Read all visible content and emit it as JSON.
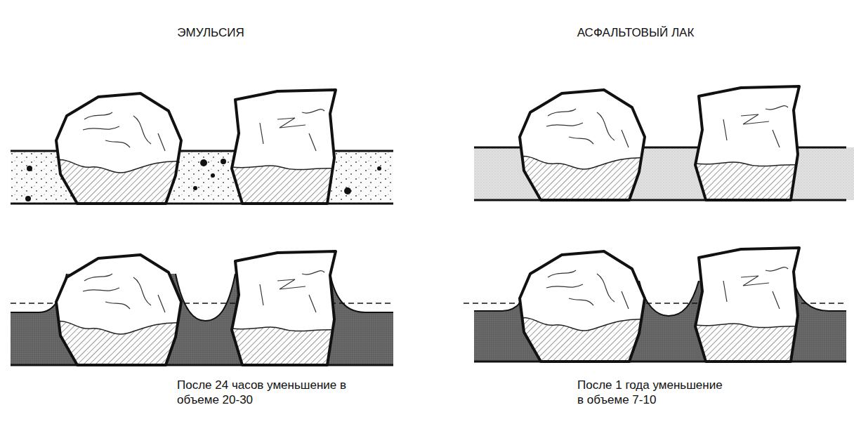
{
  "diagram": {
    "labels": [
      "ЭМУЛЬСИЯ",
      "АСФАЛЬТОВЫЙ ЛАК",
      "После 24 часов уменьшение в объеме 20-30",
      "После 1 года уменьшение в объеме 7-10"
    ]
  }
}
